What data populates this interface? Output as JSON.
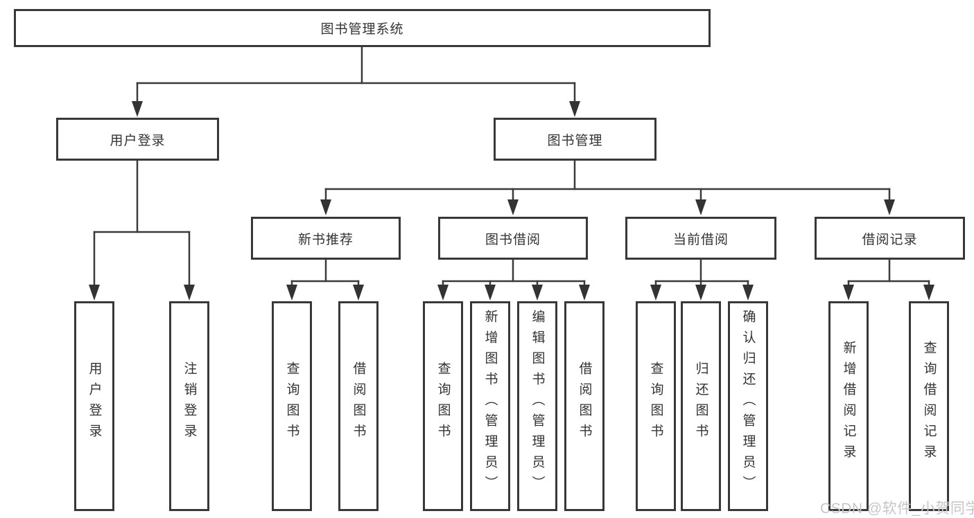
{
  "tree": {
    "label": "图书管理系统",
    "children": [
      {
        "label": "用户登录",
        "children": [
          {
            "label": "用户登录"
          },
          {
            "label": "注销登录"
          }
        ]
      },
      {
        "label": "图书管理",
        "children": [
          {
            "label": "新书推荐",
            "children": [
              {
                "label": "查询图书"
              },
              {
                "label": "借阅图书"
              }
            ]
          },
          {
            "label": "图书借阅",
            "children": [
              {
                "label": "查询图书"
              },
              {
                "label": "新增图书（管理员）"
              },
              {
                "label": "编辑图书（管理员）"
              },
              {
                "label": "借阅图书"
              }
            ]
          },
          {
            "label": "当前借阅",
            "children": [
              {
                "label": "查询图书"
              },
              {
                "label": "归还图书"
              },
              {
                "label": "确认归还（管理员）"
              }
            ]
          },
          {
            "label": "借阅记录",
            "children": [
              {
                "label": "新增借阅记录"
              },
              {
                "label": "查询借阅记录"
              }
            ]
          }
        ]
      }
    ]
  },
  "watermark": {
    "text": "CSDN @软件_小贺同学"
  },
  "colors": {
    "line": "#3a3a3a",
    "box_border": "#383838",
    "box_fill": "#ffffff",
    "text": "#333333",
    "watermark": "#c6c6c6",
    "background": "#ffffff"
  }
}
